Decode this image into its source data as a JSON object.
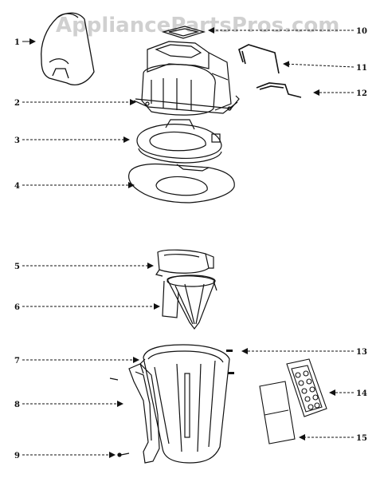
{
  "watermark": "AppliancePartsPros.com",
  "callouts": [
    {
      "id": 1,
      "label": "1"
    },
    {
      "id": 2,
      "label": "2"
    },
    {
      "id": 3,
      "label": "3"
    },
    {
      "id": 4,
      "label": "4"
    },
    {
      "id": 5,
      "label": "5"
    },
    {
      "id": 6,
      "label": "6"
    },
    {
      "id": 7,
      "label": "7"
    },
    {
      "id": 8,
      "label": "8"
    },
    {
      "id": 9,
      "label": "9"
    },
    {
      "id": 10,
      "label": "10"
    },
    {
      "id": 11,
      "label": "11"
    },
    {
      "id": 12,
      "label": "12"
    },
    {
      "id": 13,
      "label": "13"
    },
    {
      "id": 14,
      "label": "14"
    },
    {
      "id": 15,
      "label": "15"
    }
  ]
}
